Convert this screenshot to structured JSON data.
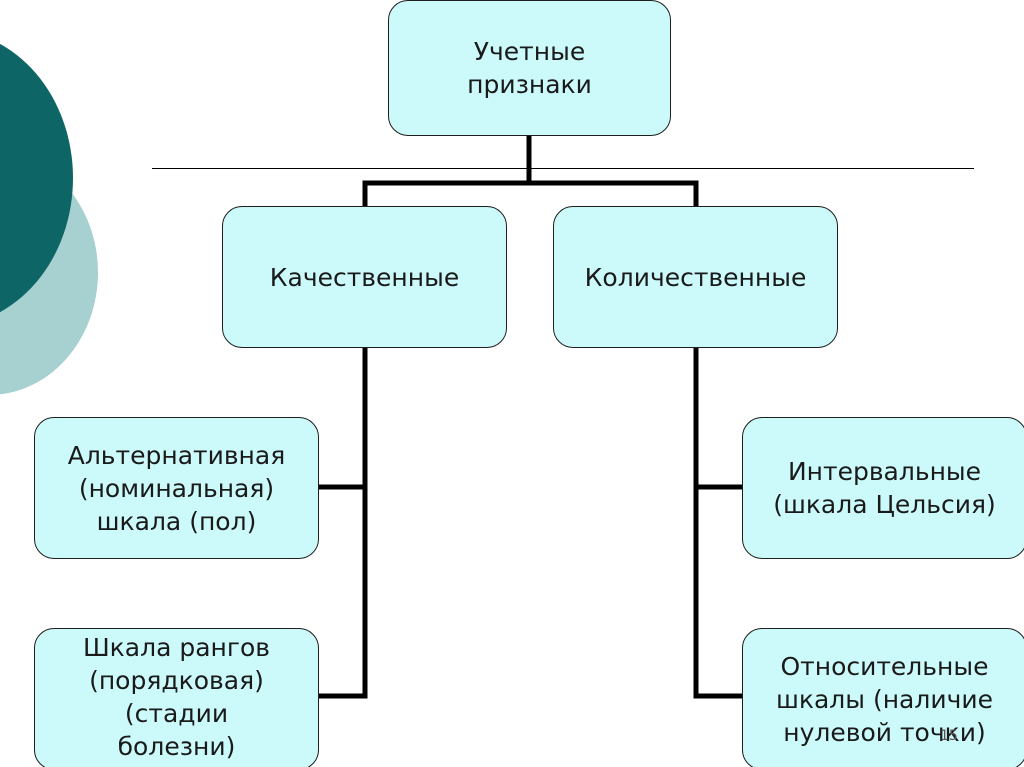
{
  "diagram": {
    "root": {
      "label": "Учетные\nпризнаки"
    },
    "branches": [
      {
        "label": "Качественные"
      },
      {
        "label": "Количественные"
      }
    ],
    "leaves": [
      {
        "label": "Альтернативная\n(номинальная)\nшкала (пол)"
      },
      {
        "label": "Шкала рангов\n(порядковая)\n(стадии\nболезни)"
      },
      {
        "label": "Интервальные\n(шкала Цельсия)"
      },
      {
        "label": "Относительные\nшкалы (наличие\nнулевой точки)"
      }
    ]
  },
  "slide": {
    "page_number": "15"
  },
  "colors": {
    "node_fill": "#ccfafa",
    "node_border": "#1e1e1e",
    "connector": "#000000",
    "deco_dark": "#0d6565",
    "deco_light": "#a7d0d0"
  }
}
